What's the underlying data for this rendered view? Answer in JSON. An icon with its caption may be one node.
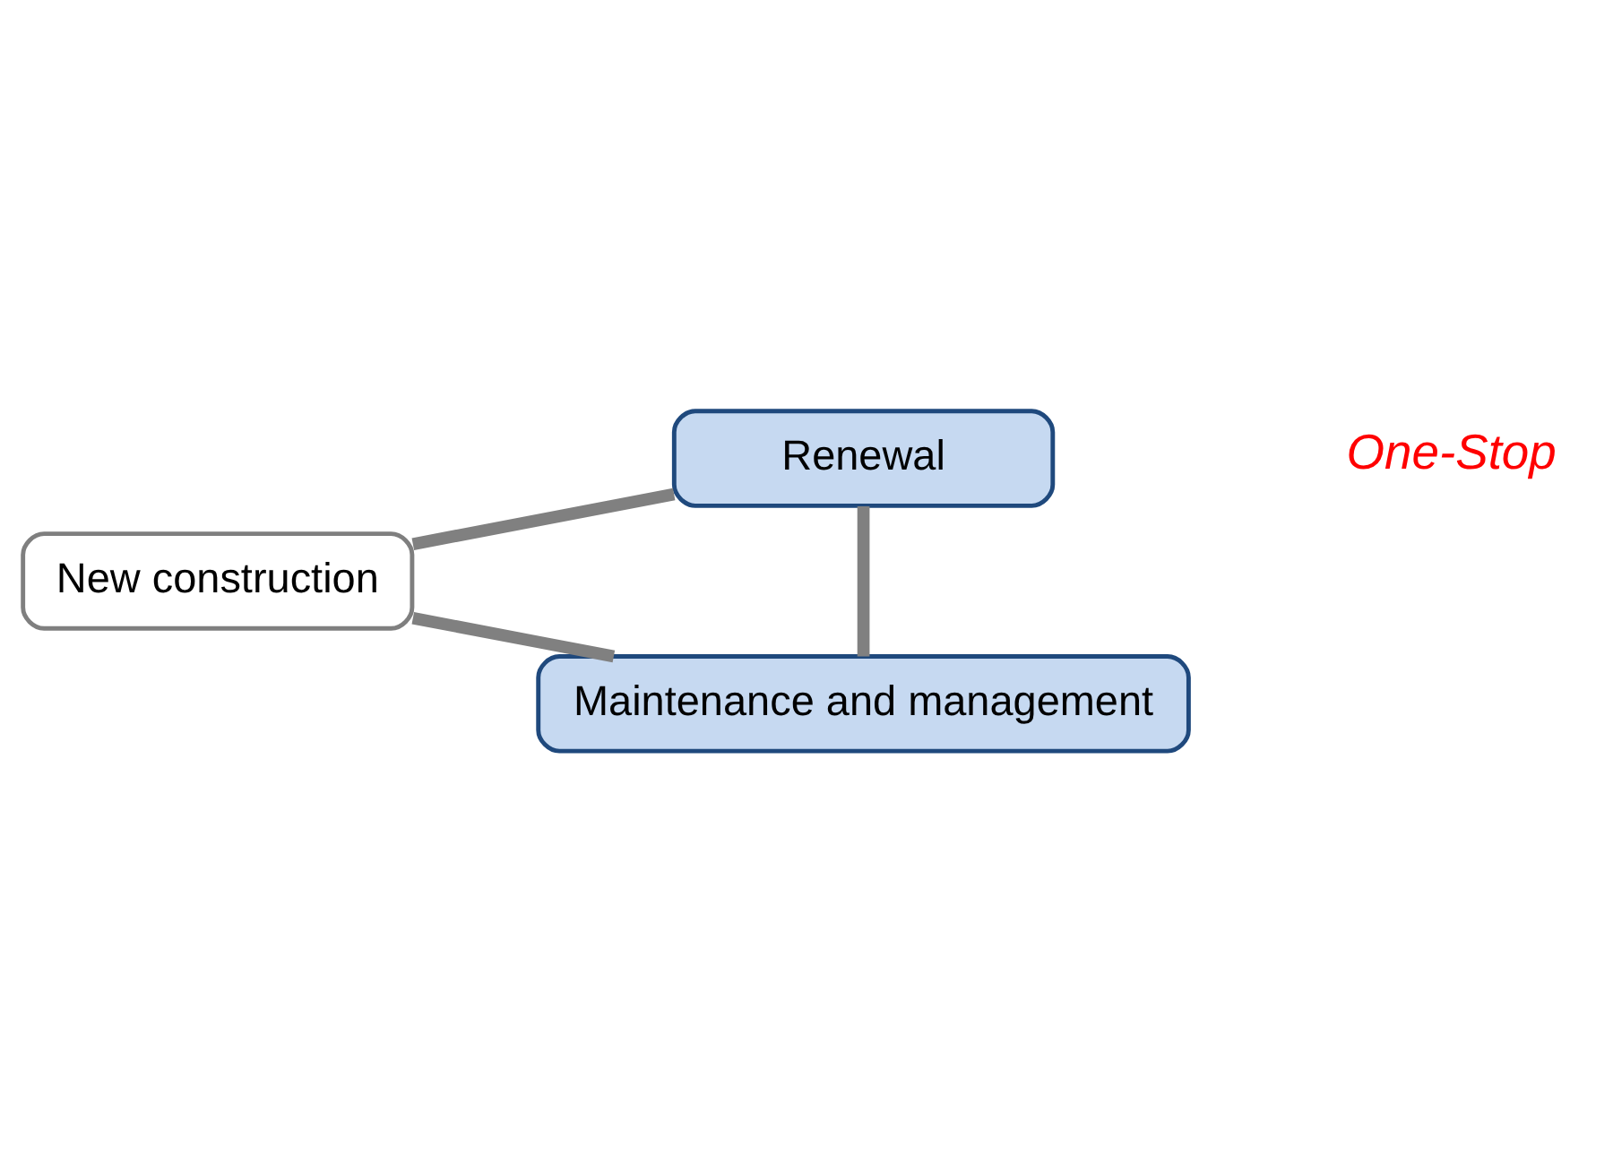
{
  "diagram": {
    "nodes": [
      {
        "text": [
          "Renewal"
        ]
      },
      {
        "text": [
          "New construction"
        ]
      },
      {
        "text": [
          "Maintenance and management"
        ]
      }
    ],
    "edges": [
      {
        "from": 1,
        "to": 0,
        "arrow": "none"
      },
      {
        "from": 1,
        "to": 2,
        "arrow": "none"
      },
      {
        "from": 0,
        "to": 2,
        "arrow": "none"
      }
    ],
    "labels": [
      "One-Stop"
    ]
  }
}
